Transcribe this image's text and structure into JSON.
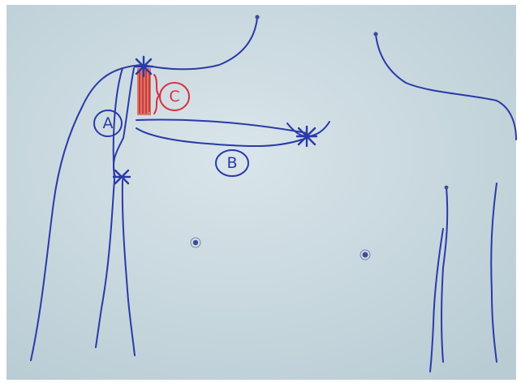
{
  "colors": {
    "paper": "#c6d7de",
    "paper_light": "#d6e3e8",
    "ink": "#2a3aa8",
    "red": "#d8303c"
  },
  "labels": {
    "a": "A",
    "b": "B",
    "c": "C"
  }
}
